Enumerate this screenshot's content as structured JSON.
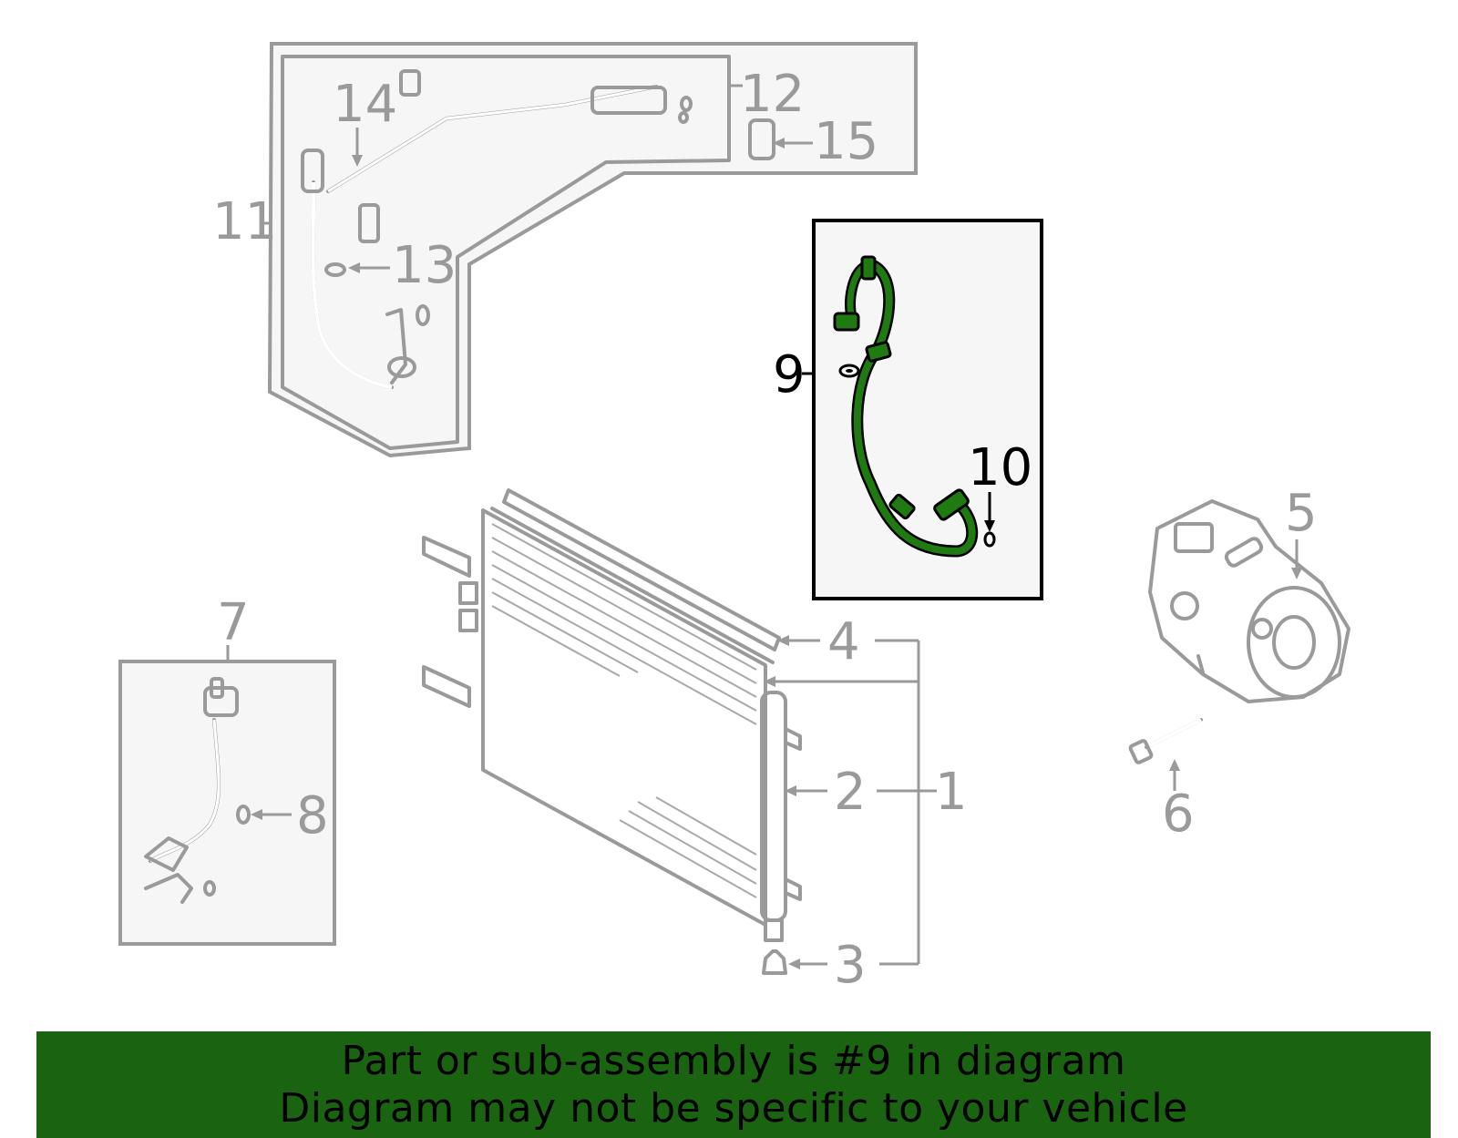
{
  "callouts": {
    "c1": "1",
    "c2": "2",
    "c3": "3",
    "c4": "4",
    "c5": "5",
    "c6": "6",
    "c7": "7",
    "c8": "8",
    "c9": "9",
    "c10": "10",
    "c11": "11",
    "c12": "12",
    "c13": "13",
    "c14": "14",
    "c15": "15"
  },
  "highlighted_part": "9",
  "colors": {
    "highlight": "#1f7a12",
    "banner": "#1a6310",
    "line": "#9a9a9a"
  },
  "banner": {
    "line1": "Part or sub-assembly is #9 in diagram",
    "line2": "Diagram may not be specific to your vehicle"
  }
}
